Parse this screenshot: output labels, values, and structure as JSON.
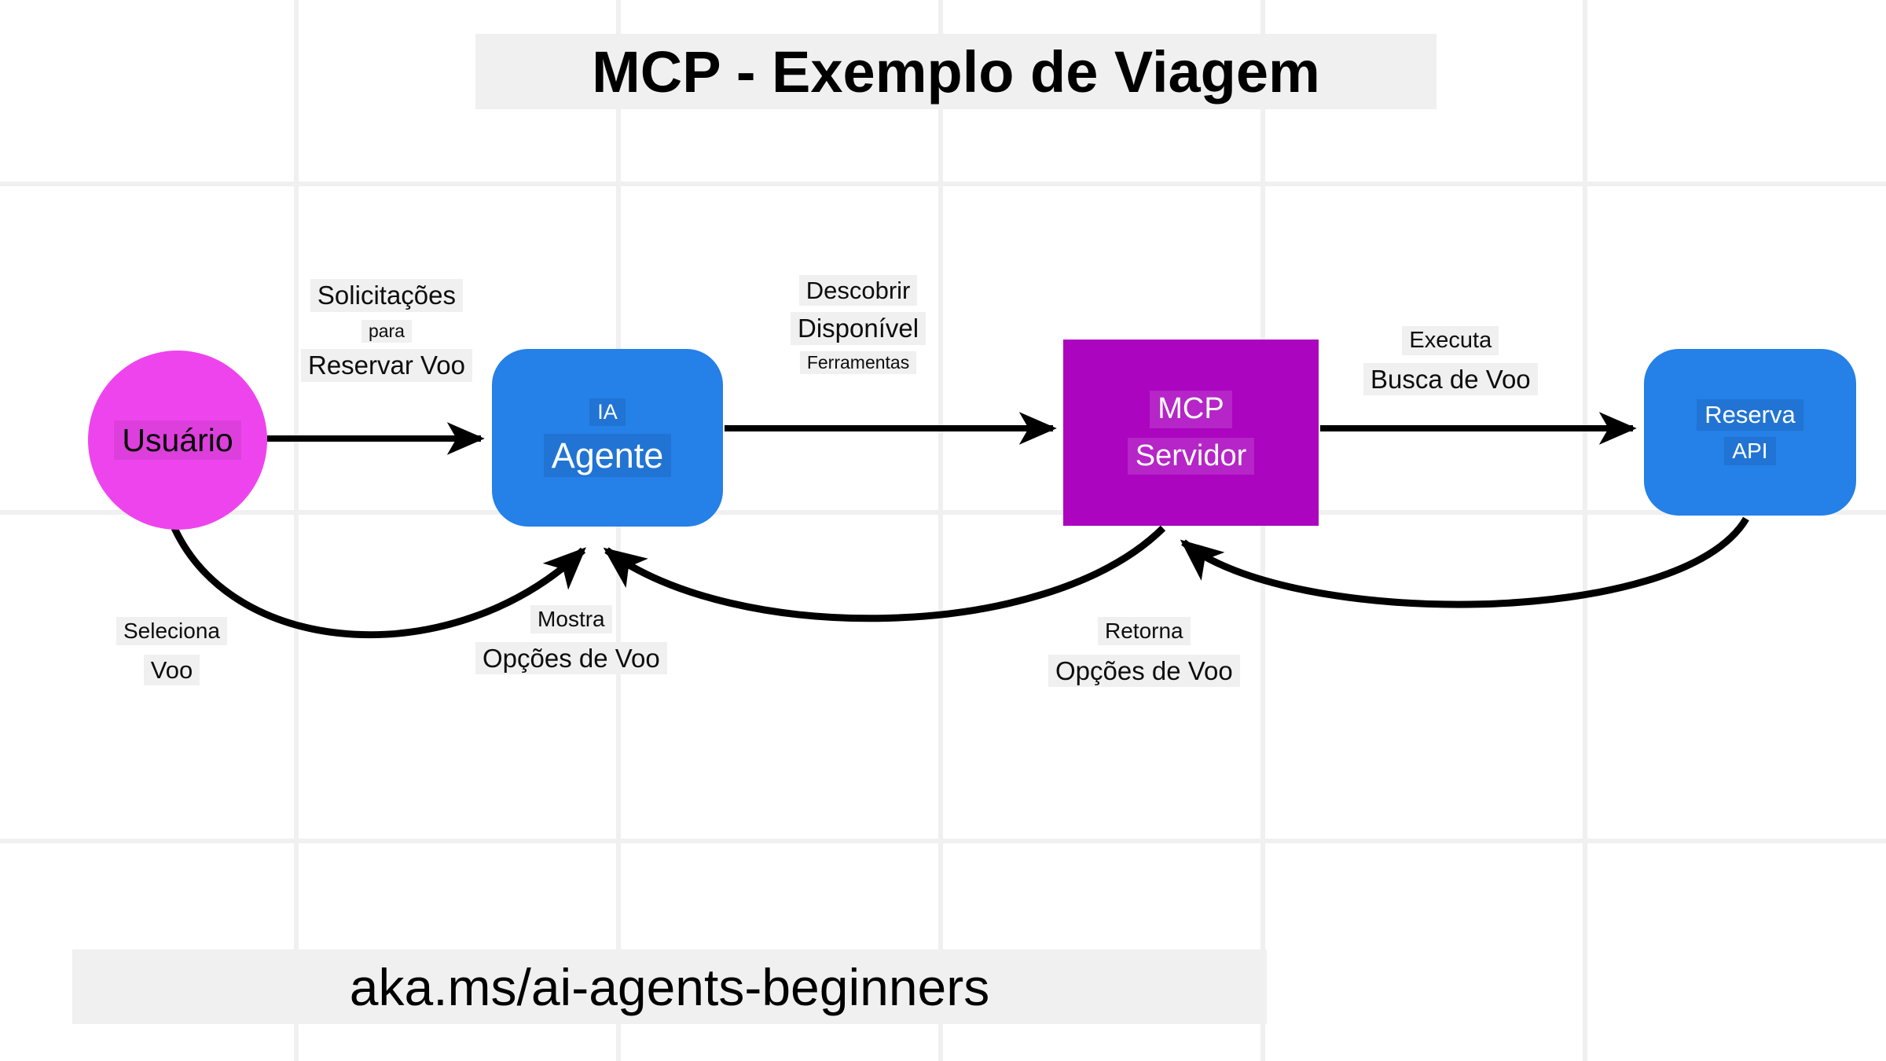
{
  "title": {
    "text": "MCP - Exemplo de Viagem"
  },
  "footer": {
    "text": "aka.ms/ai-agents-beginners"
  },
  "colors": {
    "user_node": "#ee44ee",
    "agent_node": "#2580e8",
    "server_node": "#ab05bf",
    "api_node": "#2580e8",
    "edge": "#000000",
    "label_background": "#f0f0f0",
    "grid_line": "#f0f0f0",
    "canvas_background": "#ffffff"
  },
  "nodes": [
    {
      "id": "user",
      "shape": "circle",
      "lines": [
        "Usuário"
      ],
      "fill": "#ee44ee",
      "text_color": "#000000"
    },
    {
      "id": "agent",
      "shape": "rounded-rect",
      "lines": [
        "IA",
        "Agente"
      ],
      "fill": "#2580e8",
      "text_color": "#ffffff"
    },
    {
      "id": "server",
      "shape": "rect",
      "lines": [
        "MCP",
        "Servidor"
      ],
      "fill": "#ab05bf",
      "text_color": "#ffffff"
    },
    {
      "id": "api",
      "shape": "rounded-rect",
      "lines": [
        "Reserva",
        "API"
      ],
      "fill": "#2580e8",
      "text_color": "#ffffff"
    }
  ],
  "edges": [
    {
      "id": "user-to-agent",
      "from": "user",
      "to": "agent",
      "style": "straight",
      "label_lines": [
        "Solicitações",
        "para",
        "Reservar Voo"
      ]
    },
    {
      "id": "agent-to-server",
      "from": "agent",
      "to": "server",
      "style": "straight",
      "label_lines": [
        "Descobrir",
        "Disponível",
        "Ferramentas"
      ]
    },
    {
      "id": "server-to-api",
      "from": "server",
      "to": "api",
      "style": "straight",
      "label_lines": [
        "Executa",
        "Busca de Voo"
      ]
    },
    {
      "id": "user-to-agent-curve",
      "from": "user",
      "to": "agent",
      "style": "curve",
      "label_lines": [
        "Seleciona",
        "Voo"
      ]
    },
    {
      "id": "server-to-agent-curve",
      "from": "server",
      "to": "agent",
      "style": "curve",
      "label_lines": [
        "Mostra",
        "Opções de Voo"
      ]
    },
    {
      "id": "api-to-server-curve",
      "from": "api",
      "to": "server",
      "style": "curve",
      "label_lines": [
        "Retorna",
        "Opções de Voo"
      ]
    }
  ]
}
